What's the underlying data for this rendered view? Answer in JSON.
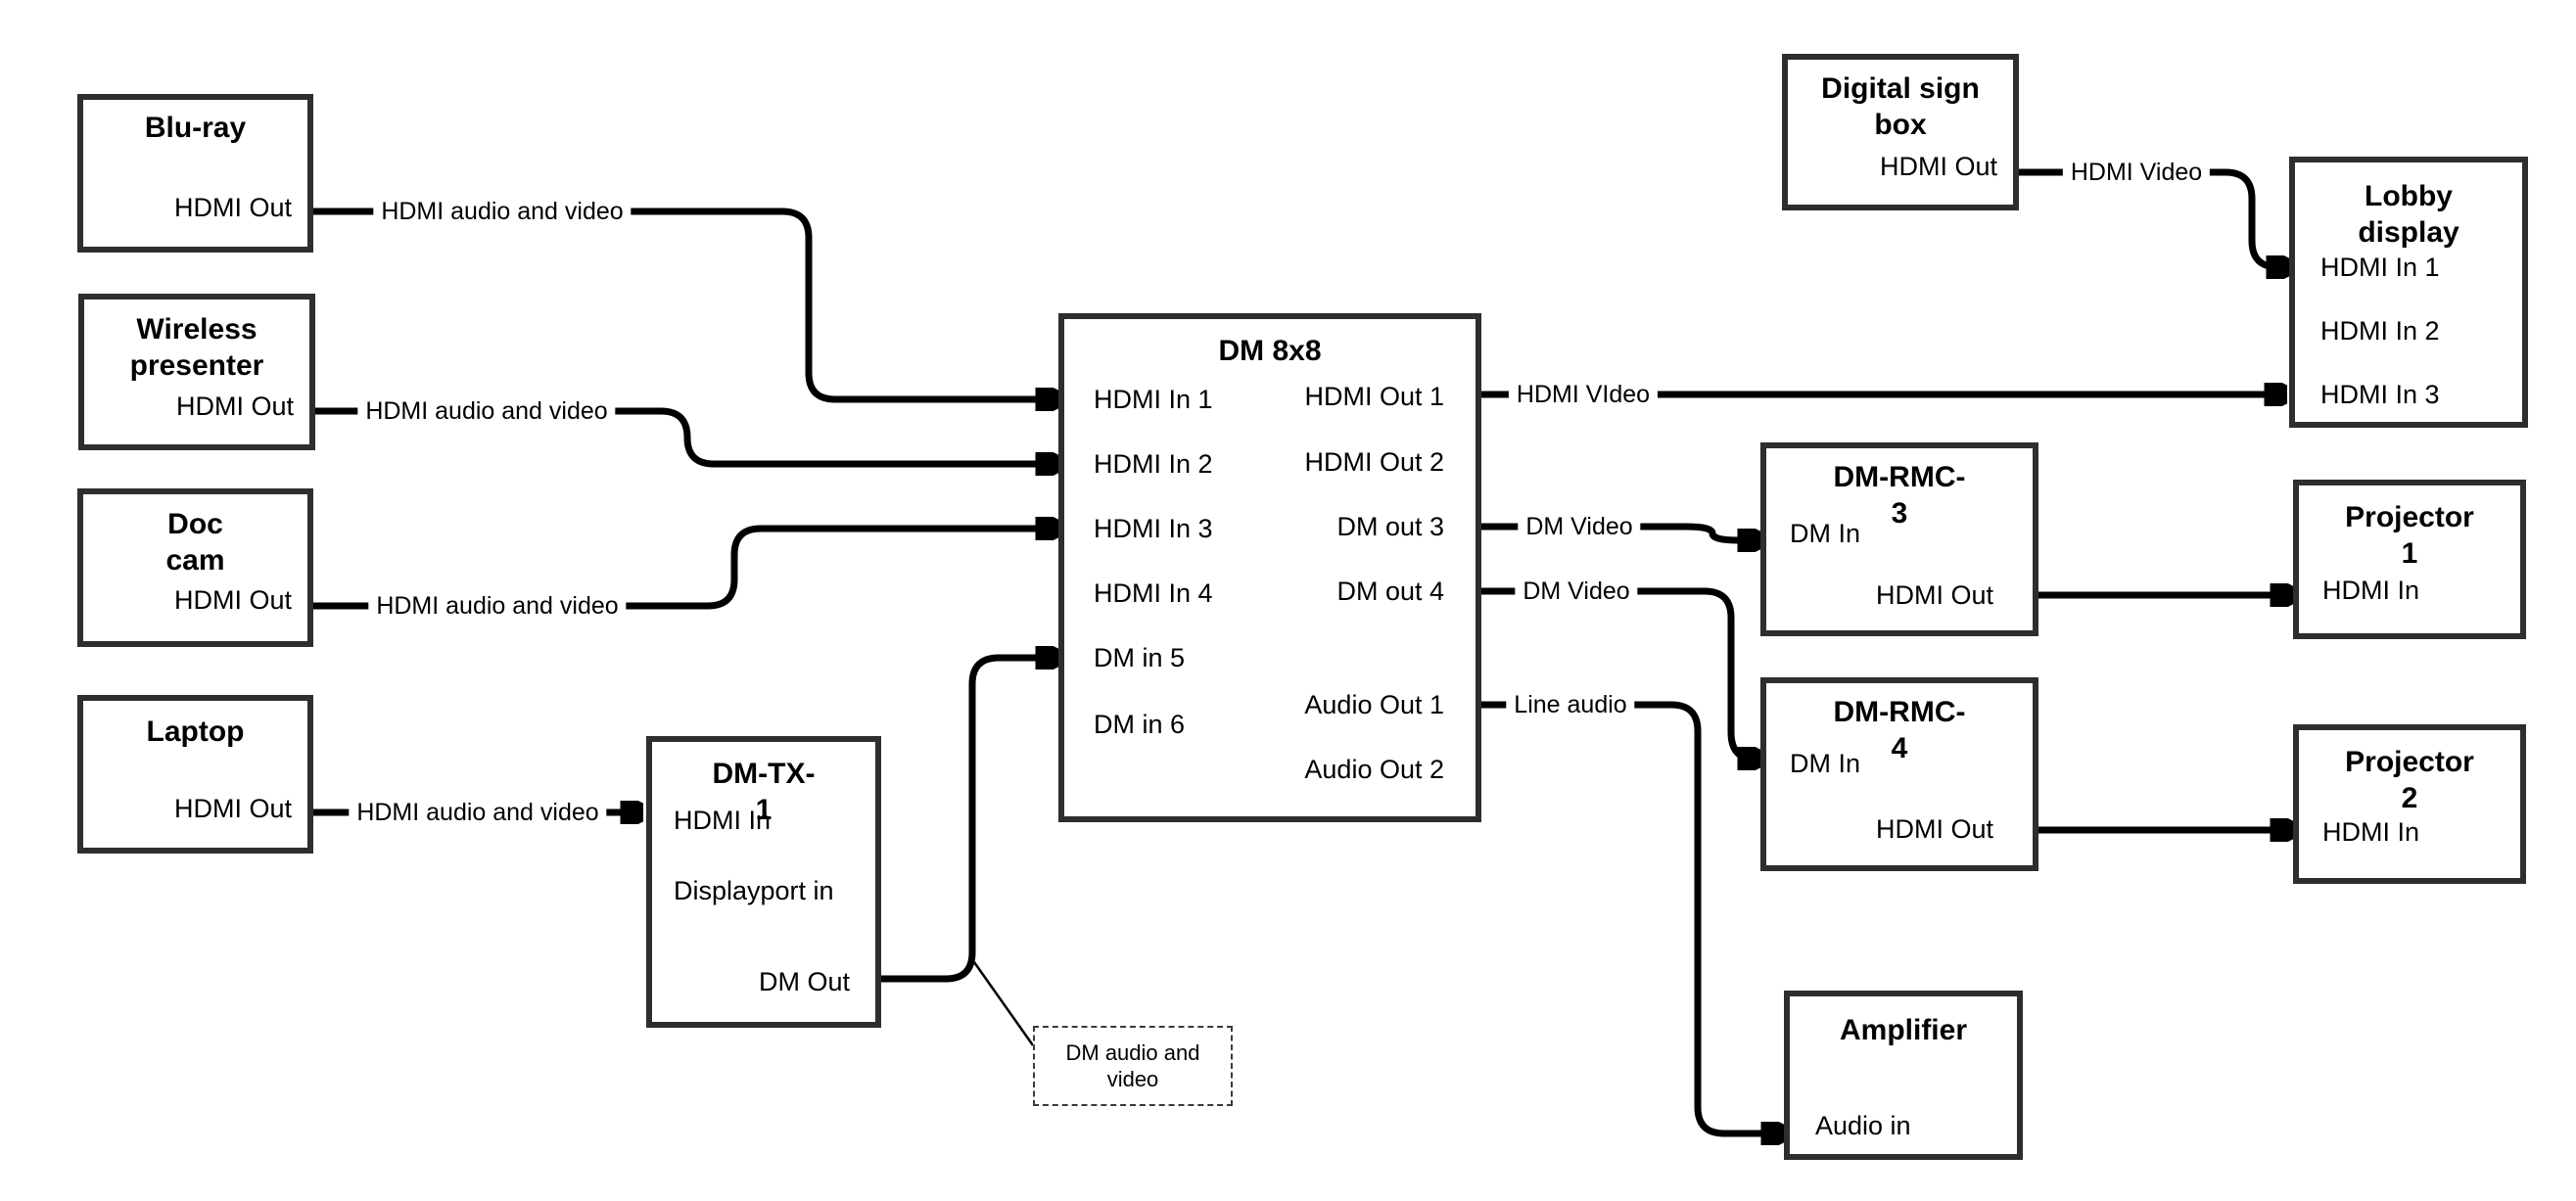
{
  "colors": {
    "line": "#000000",
    "box_border": "#2e2e2e",
    "text": "#000000",
    "background": "#ffffff"
  },
  "nodes": {
    "bluray": {
      "title": "Blu-ray",
      "ports": [
        "HDMI Out"
      ]
    },
    "wireless_presenter": {
      "title": "Wireless presenter",
      "ports": [
        "HDMI Out"
      ]
    },
    "doc_cam": {
      "title": "Doc cam",
      "ports": [
        "HDMI Out"
      ]
    },
    "laptop": {
      "title": "Laptop",
      "ports": [
        "HDMI Out"
      ]
    },
    "dm_tx_1": {
      "title": "DM-TX-1",
      "ports": [
        "HDMI In",
        "Displayport in",
        "DM Out"
      ]
    },
    "dm_8x8": {
      "title": "DM 8x8",
      "ports_left": [
        "HDMI In 1",
        "HDMI In 2",
        "HDMI In 3",
        "HDMI In 4",
        "DM in 5",
        "DM in 6"
      ],
      "ports_right": [
        "HDMI Out 1",
        "HDMI Out 2",
        "DM out 3",
        "DM out 4",
        "Audio Out 1",
        "Audio Out 2"
      ]
    },
    "digital_sign_box": {
      "title": "Digital sign box",
      "ports": [
        "HDMI Out"
      ]
    },
    "lobby_display": {
      "title": "Lobby display",
      "ports": [
        "HDMI In 1",
        "HDMI In 2",
        "HDMI In 3"
      ]
    },
    "dm_rmc_3": {
      "title": "DM-RMC-3",
      "ports": [
        "DM In",
        "HDMI Out"
      ]
    },
    "projector_1": {
      "title": "Projector 1",
      "ports": [
        "HDMI In"
      ]
    },
    "dm_rmc_4": {
      "title": "DM-RMC-4",
      "ports": [
        "DM In",
        "HDMI Out"
      ]
    },
    "projector_2": {
      "title": "Projector 2",
      "ports": [
        "HDMI In"
      ]
    },
    "amplifier": {
      "title": "Amplifier",
      "ports": [
        "Audio in"
      ]
    }
  },
  "edge_labels": {
    "bluray_to_dm8x8": "HDMI audio and video",
    "wireless_to_dm8x8": "HDMI audio and video",
    "doccam_to_dm8x8": "HDMI audio and video",
    "laptop_to_dmtx1": "HDMI audio and video",
    "hdmiout1_to_lobby": "HDMI VIdeo",
    "digitalsign_to_lobby": "HDMI Video",
    "dmout3_to_rmc3": "DM Video",
    "dmout4_to_rmc4": "DM Video",
    "audioout1_to_amplifier": "Line audio"
  },
  "callout": {
    "label": "DM audio and video"
  }
}
